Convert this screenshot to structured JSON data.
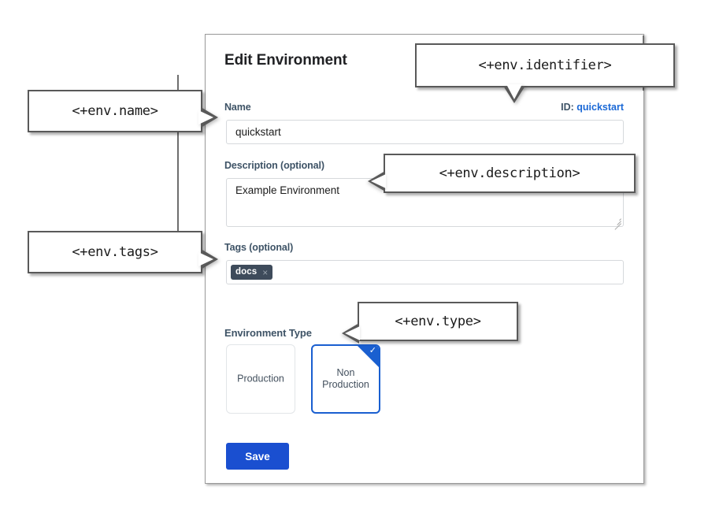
{
  "dialog": {
    "title": "Edit Environment",
    "identifier": {
      "prefix": "ID:",
      "value": "quickstart"
    },
    "fields": {
      "name": {
        "label": "Name",
        "value": "quickstart"
      },
      "description": {
        "label": "Description (optional)",
        "value": "Example Environment"
      },
      "tags": {
        "label": "Tags (optional)",
        "pills": [
          {
            "label": "docs",
            "remove_icon": "×"
          }
        ]
      },
      "environment_type": {
        "label": "Environment Type",
        "options": [
          {
            "label": "Production",
            "selected": false
          },
          {
            "label": "Non\nProduction",
            "selected": true
          }
        ],
        "production_label": "Production",
        "non_production_line1": "Non",
        "non_production_line2": "Production",
        "selected_check_icon": "✓"
      }
    },
    "actions": {
      "save_label": "Save"
    }
  },
  "callouts": [
    {
      "id": "name",
      "text": "<+env.name>"
    },
    {
      "id": "identifier",
      "text": "<+env.identifier>"
    },
    {
      "id": "description",
      "text": "<+env.description>"
    },
    {
      "id": "tags",
      "text": "<+env.tags>"
    },
    {
      "id": "type",
      "text": "<+env.type>"
    }
  ],
  "colors": {
    "accent_blue": "#1a4fd0",
    "link_blue": "#1a68d6",
    "selected_border": "#1a5fd0",
    "tag_pill": "#3e4b5b",
    "label_text": "#3e5366",
    "callout_border": "#595959"
  }
}
